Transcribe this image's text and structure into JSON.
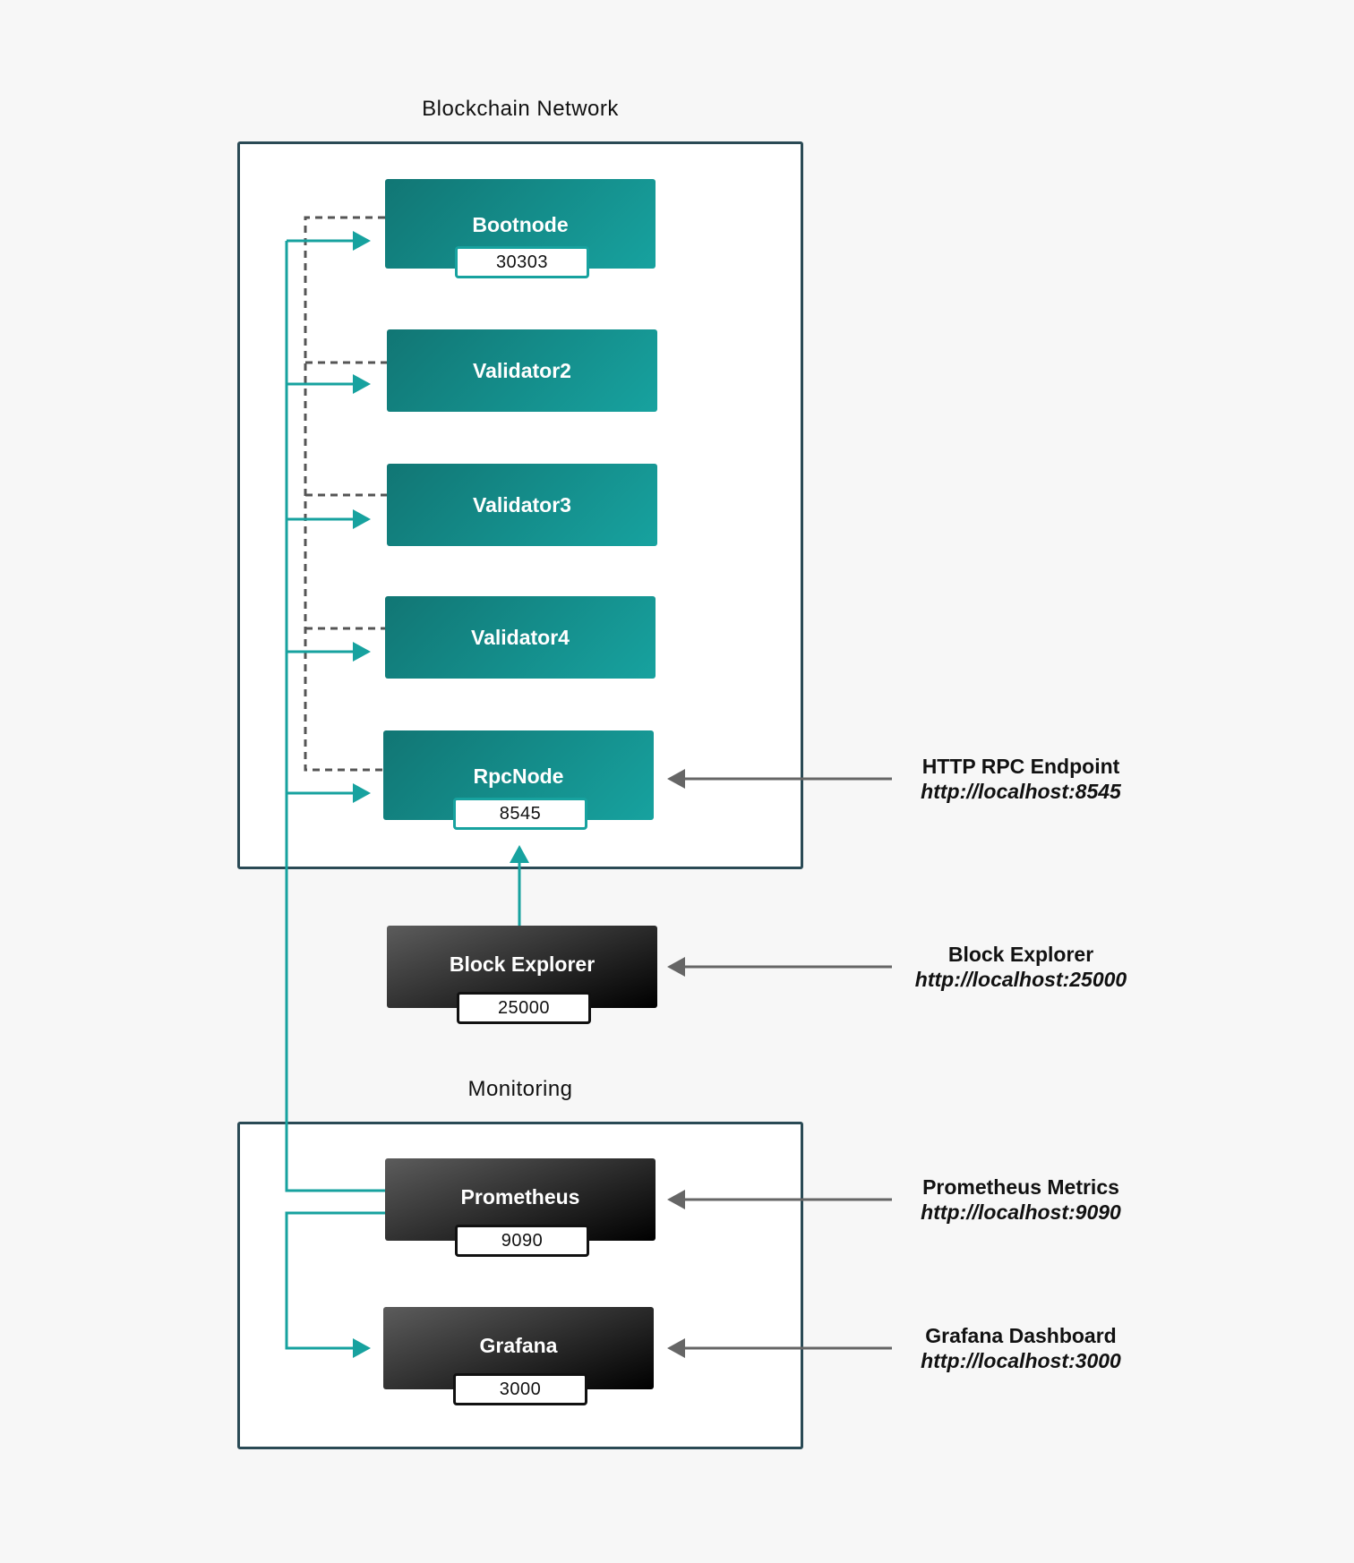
{
  "groups": {
    "blockchain": {
      "title": "Blockchain Network"
    },
    "monitoring": {
      "title": "Monitoring"
    }
  },
  "nodes": {
    "bootnode": {
      "label": "Bootnode",
      "port": "30303"
    },
    "validator2": {
      "label": "Validator2"
    },
    "validator3": {
      "label": "Validator3"
    },
    "validator4": {
      "label": "Validator4"
    },
    "rpcnode": {
      "label": "RpcNode",
      "port": "8545"
    },
    "block_explorer": {
      "label": "Block Explorer",
      "port": "25000"
    },
    "prometheus": {
      "label": "Prometheus",
      "port": "9090"
    },
    "grafana": {
      "label": "Grafana",
      "port": "3000"
    }
  },
  "endpoints": {
    "rpc": {
      "title": "HTTP RPC Endpoint",
      "url": "http://localhost:8545"
    },
    "explorer": {
      "title": "Block Explorer",
      "url": "http://localhost:25000"
    },
    "prometheus": {
      "title": "Prometheus Metrics",
      "url": "http://localhost:9090"
    },
    "grafana": {
      "title": "Grafana Dashboard",
      "url": "http://localhost:3000"
    }
  },
  "colors": {
    "teal": "#17a29f",
    "teal_dark": "#117674",
    "box_border": "#2a4a55",
    "dashed": "#555555",
    "external_arrow": "#666666"
  }
}
